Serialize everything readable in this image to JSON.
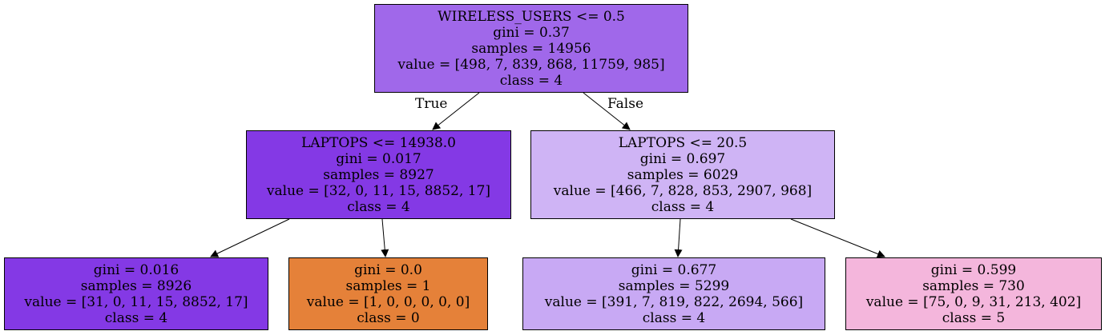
{
  "tree": {
    "nodes": [
      {
        "id": "root",
        "lines": [
          "WIRELESS_USERS <= 0.5",
          "gini = 0.37",
          "samples = 14956",
          "value = [498, 7, 839, 868, 11759, 985]",
          "class = 4"
        ],
        "fill": "#a068ea"
      },
      {
        "id": "left",
        "lines": [
          "LAPTOPS <= 14938.0",
          "gini = 0.017",
          "samples = 8927",
          "value = [32, 0, 11, 15, 8852, 17]",
          "class = 4"
        ],
        "fill": "#8439e5"
      },
      {
        "id": "right",
        "lines": [
          "LAPTOPS <= 20.5",
          "gini = 0.697",
          "samples = 6029",
          "value = [466, 7, 828, 853, 2907, 968]",
          "class = 4"
        ],
        "fill": "#cfb4f5"
      },
      {
        "id": "left-left",
        "lines": [
          "gini = 0.016",
          "samples = 8926",
          "value = [31, 0, 11, 15, 8852, 17]",
          "class = 4"
        ],
        "fill": "#8439e5"
      },
      {
        "id": "left-right",
        "lines": [
          "gini = 0.0",
          "samples = 1",
          "value = [1, 0, 0, 0, 0, 0]",
          "class = 0"
        ],
        "fill": "#e58139"
      },
      {
        "id": "right-left",
        "lines": [
          "gini = 0.677",
          "samples = 5299",
          "value = [391, 7, 819, 822, 2694, 566]",
          "class = 4"
        ],
        "fill": "#c8a9f4"
      },
      {
        "id": "right-right",
        "lines": [
          "gini = 0.599",
          "samples = 730",
          "value = [75, 0, 9, 31, 213, 402]",
          "class = 5"
        ],
        "fill": "#f4b6dc"
      }
    ],
    "edges": [
      {
        "from": "root",
        "to": "left",
        "label": "True"
      },
      {
        "from": "root",
        "to": "right",
        "label": "False"
      },
      {
        "from": "left",
        "to": "left-left",
        "label": ""
      },
      {
        "from": "left",
        "to": "left-right",
        "label": ""
      },
      {
        "from": "right",
        "to": "right-left",
        "label": ""
      },
      {
        "from": "right",
        "to": "right-right",
        "label": ""
      }
    ]
  }
}
